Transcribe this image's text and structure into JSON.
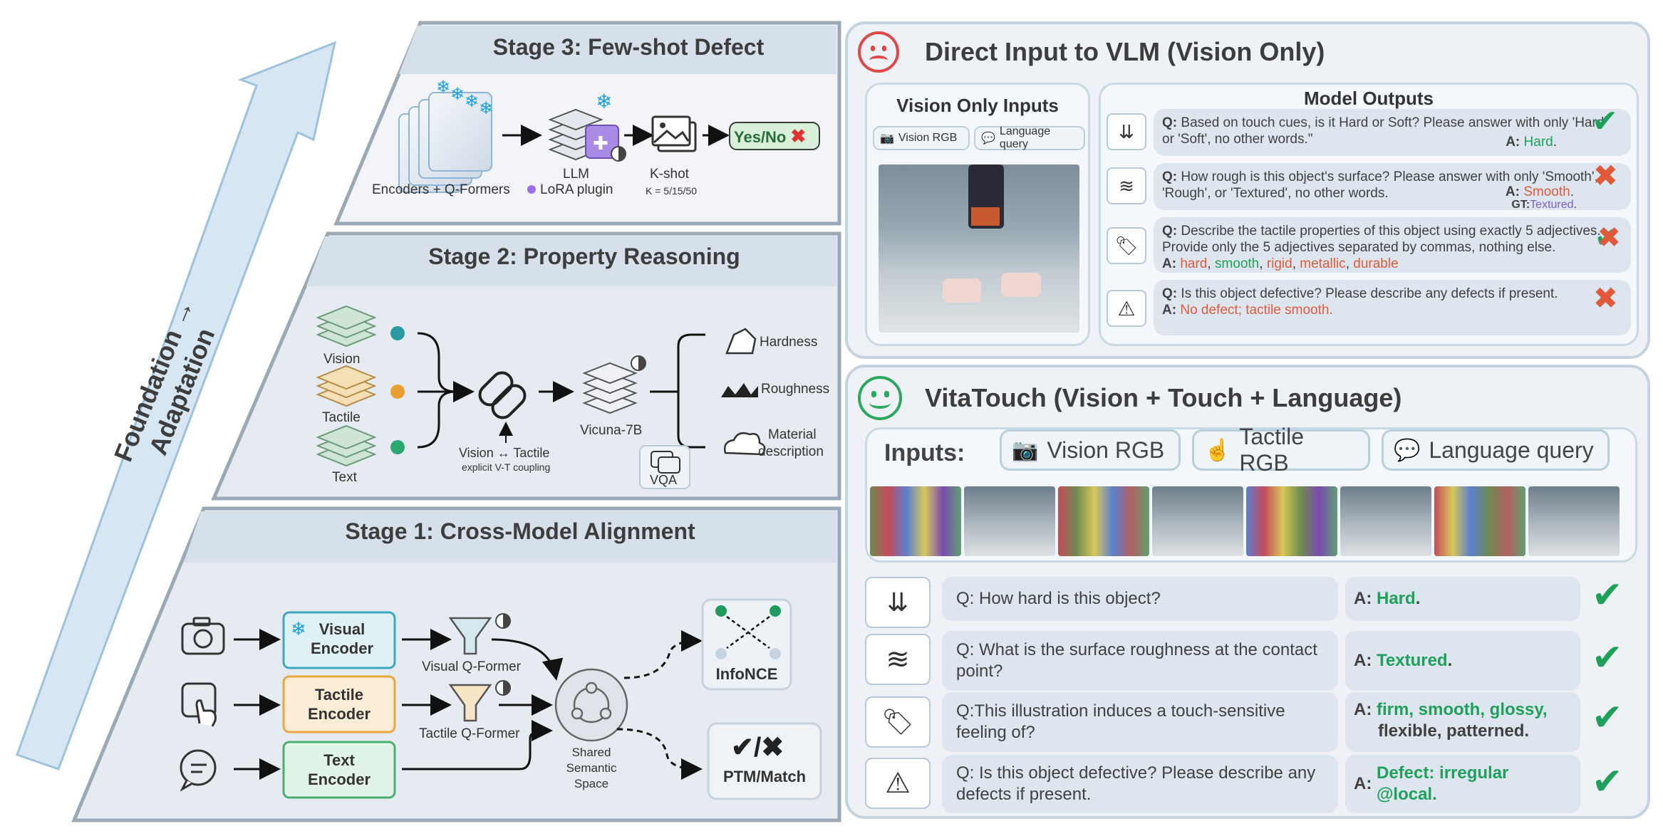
{
  "axis_label": "Foundation → Adaptation",
  "stage3": {
    "title": "Stage 3: Few-shot Defect",
    "encoders_label": "Encoders + Q-Formers",
    "llm_label": "LLM",
    "lora_label": "LoRA plugin",
    "kshot_label": "K-shot",
    "k_values": "K = 5/15/50",
    "output_label": "Yes/No"
  },
  "stage2": {
    "title": "Stage 2: Property Reasoning",
    "vision_label": "Vision",
    "tactile_label": "Tactile",
    "text_label": "Text",
    "coupling_label": "Vision ↔ Tactile",
    "coupling_sub": "explicit V-T coupling",
    "model_label": "Vicuna-7B",
    "vqa_label": "VQA",
    "outputs": [
      "Hardness",
      "Roughness",
      "Material",
      "description"
    ]
  },
  "stage1": {
    "title": "Stage 1: Cross-Model Alignment",
    "visual_encoder": [
      "Visual",
      "Encoder"
    ],
    "tactile_encoder": [
      "Tactile",
      "Encoder"
    ],
    "text_encoder": [
      "Text",
      "Encoder"
    ],
    "visual_qformer": "Visual Q-Former",
    "tactile_qformer": "Tactile Q-Former",
    "shared_space": [
      "Shared",
      "Semantic",
      "Space"
    ],
    "infonce": "InfoNCE",
    "ptm": "PTM/Match"
  },
  "vlm_panel": {
    "title": "Direct Input to VLM (Vision Only)",
    "inputs_title": "Vision Only Inputs",
    "chip_vision": "Vision RGB",
    "chip_language": "Language query",
    "outputs_title": "Model Outputs",
    "rows": [
      {
        "icon": "press-icon",
        "q_prefix": "Q:",
        "q": "Based on touch cues, is it Hard or Soft? Please answer with only 'Hard' or 'Soft', no other words.\"",
        "a_prefix": "A:",
        "a": "Hard",
        "a_end": ".",
        "verdict": "check"
      },
      {
        "icon": "waves-icon",
        "q_prefix": "Q:",
        "q": "How rough is this object's surface? Please answer with only 'Smooth', 'Rough', or 'Textured', no other words.",
        "a_prefix": "A:",
        "a": "Smooth",
        "a_end": ".",
        "gt_prefix": "GT:",
        "gt": "Textured",
        "gt_end": ".",
        "verdict": "cross"
      },
      {
        "icon": "tag-icon",
        "q_prefix": "Q:",
        "q": "Describe the tactile properties of this object using exactly 5 adjectives. Provide only the 5 adjectives separated by commas, nothing else.",
        "a_prefix": "A:",
        "words": [
          "hard",
          "smooth",
          "rigid",
          "metallic",
          "durable"
        ],
        "verdict": "partial"
      },
      {
        "icon": "warning-icon",
        "q_prefix": "Q:",
        "q": "Is this object defective? Please describe any defects if present.",
        "a_prefix": "A:",
        "a": "No defect; tactile smooth.",
        "verdict": "cross"
      }
    ]
  },
  "vita_panel": {
    "title": "VitaTouch (Vision + Touch + Language)",
    "inputs_label": "Inputs:",
    "chip_vision": "Vision RGB",
    "chip_tactile": "Tactile RGB",
    "chip_language": "Language query",
    "rows": [
      {
        "icon": "press-icon",
        "q": "Q: How hard is this object?",
        "a_prefix": "A:",
        "a": "Hard",
        "a_end": "."
      },
      {
        "icon": "waves-icon",
        "q": "Q: What is the surface roughness at the contact point?",
        "a_prefix": "A:",
        "a": "Textured",
        "a_end": "."
      },
      {
        "icon": "tag-icon",
        "q": "Q:This illustration induces a touch-sensitive feeling of?",
        "a_prefix": "A:",
        "a": "firm, smooth, glossy,",
        "a2": "flexible, patterned."
      },
      {
        "icon": "warning-icon",
        "q": "Q: Is this object defective? Please describe any defects if present.",
        "a_prefix": "A:",
        "a": "Defect: irregular @local."
      }
    ]
  },
  "colors": {
    "accent_green": "#1fa05a",
    "accent_red": "#e05a3a",
    "panel_border": "#c3d3df",
    "stage_fill": "#e3e8ef"
  }
}
